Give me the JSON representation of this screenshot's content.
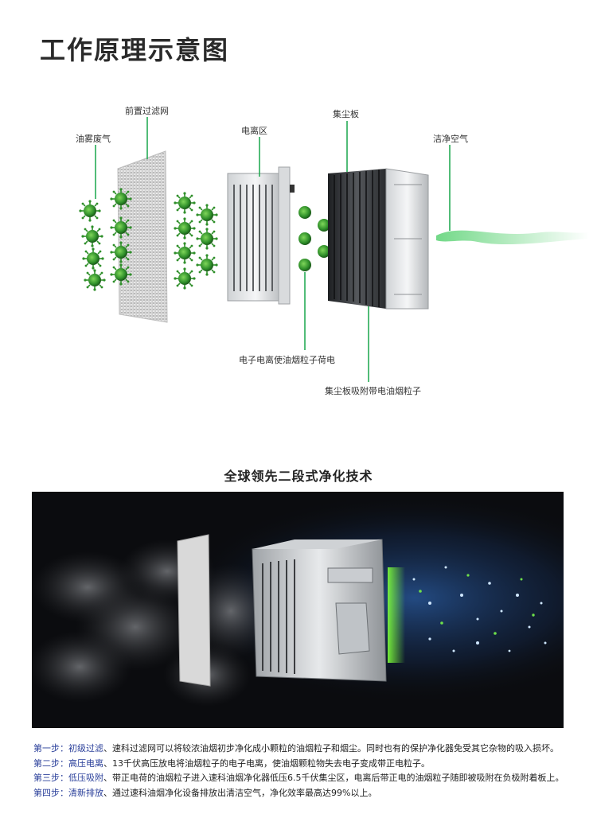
{
  "title": "工作原理示意图",
  "diagram": {
    "labels": {
      "oil_smoke": "油雾废气",
      "pre_filter": "前置过滤网",
      "ionization_zone": "电离区",
      "dust_plate": "集尘板",
      "clean_air": "洁净空气",
      "charge_caption": "电子电离使油烟粒子荷电",
      "adsorb_caption": "集尘板吸附带电油烟粒子"
    }
  },
  "subtitle": "全球领先二段式净化技术",
  "steps": [
    {
      "prefix": "第一步：初级过滤",
      "text": "、速科过滤网可以将较浓油烟初步净化成小颗粒的油烟粒子和烟尘。同时也有的保护净化器免受其它杂物的吸入损坏。"
    },
    {
      "prefix": "第二步：高压电离",
      "text": "、13千伏高压放电将油烟粒子的电子电离，使油烟颗粒物失去电子变成带正电粒子。"
    },
    {
      "prefix": "第三步：低压吸附",
      "text": "、带正电荷的油烟粒子进入速科油烟净化器低压6.5千伏集尘区，电离后带正电的油烟粒子随即被吸附在负极附着板上。"
    },
    {
      "prefix": "第四步：清新排放",
      "text": "、通过速科油烟净化设备排放出清洁空气，净化效率最高达99%以上。"
    }
  ],
  "colors": {
    "accent_green": "#19a64a",
    "step_blue": "#2a3f9a",
    "particle_green": "#2f8f2a"
  },
  "icons": [
    "virus-particle-icon",
    "charged-particle-icon"
  ]
}
